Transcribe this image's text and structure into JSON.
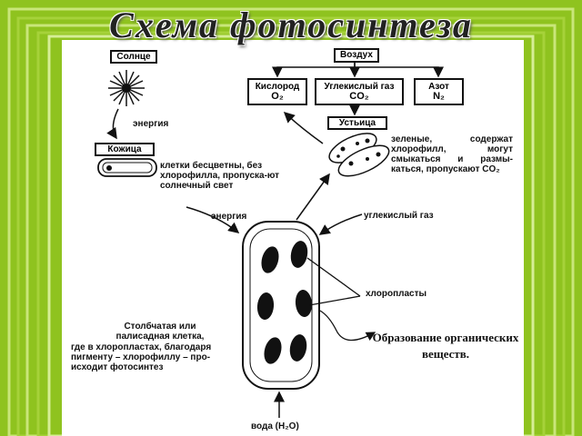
{
  "title": "Схема  фотосинтеза",
  "boxes": {
    "sun": "Солнце",
    "air": "Воздух",
    "oxygen": "Кислород",
    "oxygen_formula": "O₂",
    "co2": "Углекислый газ",
    "co2_formula": "CO₂",
    "nitrogen": "Азот",
    "nitrogen_formula": "N₂",
    "stomata": "Устьица",
    "skin": "Кожица"
  },
  "labels": {
    "energy_top": "энергия",
    "skin_desc": "клетки бесцветны, без хлорофилла, пропуска-ют солнечный свет",
    "stomata_desc": "зеленые, содержат хлорофилл, могут смыкаться и размы-каться, пропускают CO₂",
    "energy_mid": "энергия",
    "co2_mid": "углекислый газ",
    "chloroplasts": "хлоропласты",
    "cell_title": "Столбчатая или палисадная клетка,",
    "cell_desc": "где в хлоропластах, благодаря пигменту – хлорофиллу – про-исходит фотосинтез",
    "result": "Образование органических веществ.",
    "water": "вода (H₂O)"
  }
}
